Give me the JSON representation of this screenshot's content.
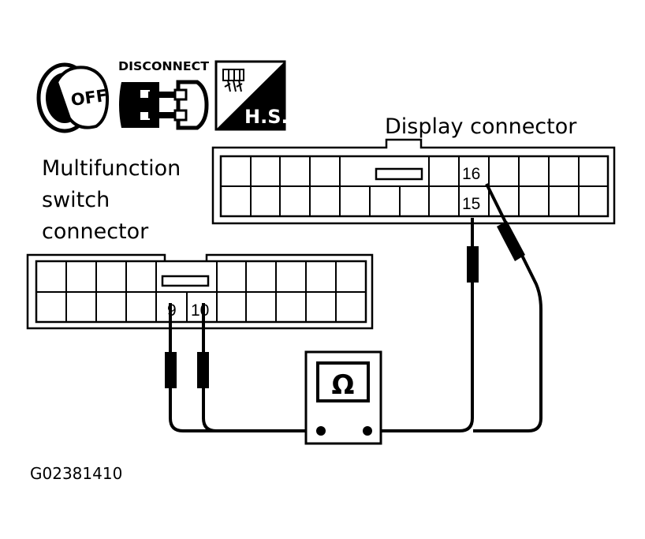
{
  "icons": {
    "ignition": {
      "label": "OFF",
      "icon": "ignition-off-icon"
    },
    "disconnect": {
      "label": "DISCONNECT",
      "icon": "disconnect-connector-icon"
    },
    "harness_side": {
      "label": "H.S.",
      "icon": "harness-side-icon"
    }
  },
  "display_connector": {
    "label": "Display connector",
    "pins": [
      "16",
      "15"
    ]
  },
  "multifunction_connector": {
    "label_lines": [
      "Multifunction",
      "switch",
      "connector"
    ],
    "pins": [
      "9",
      "10"
    ]
  },
  "meter": {
    "symbol": "Ω",
    "icon": "ohmmeter-icon"
  },
  "figure_code": "G02381410"
}
